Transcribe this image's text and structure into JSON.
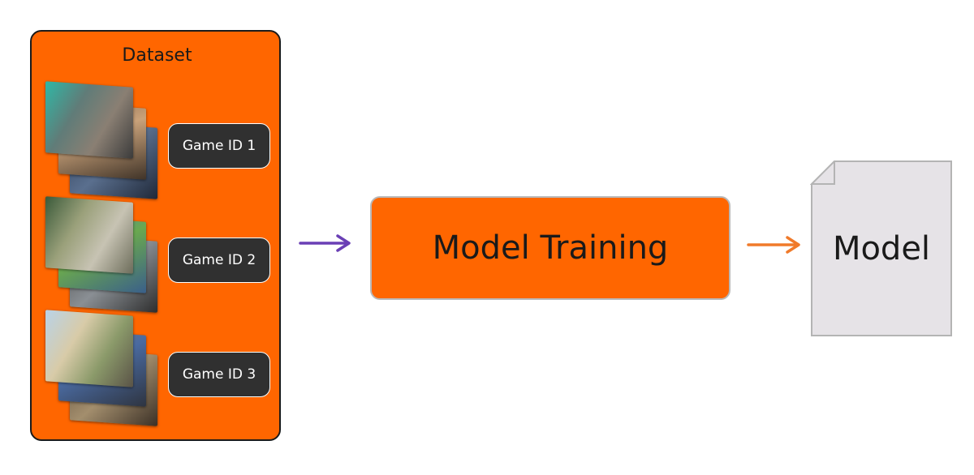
{
  "colors": {
    "accent_orange": "#ff6600",
    "tag_dark": "#303030",
    "arrow_purple": "#6a3fb5",
    "arrow_orange": "#f07a2a",
    "doc_fill": "#e6e3e7",
    "doc_stroke": "#b4b4b4"
  },
  "dataset": {
    "title": "Dataset",
    "games": [
      {
        "label": "Game ID 1",
        "icon": "game-screenshot-stack-icon"
      },
      {
        "label": "Game ID 2",
        "icon": "game-screenshot-stack-icon"
      },
      {
        "label": "Game ID 3",
        "icon": "game-screenshot-stack-icon"
      }
    ]
  },
  "training": {
    "label": "Model Training"
  },
  "output": {
    "label": "Model",
    "icon": "document-icon"
  }
}
